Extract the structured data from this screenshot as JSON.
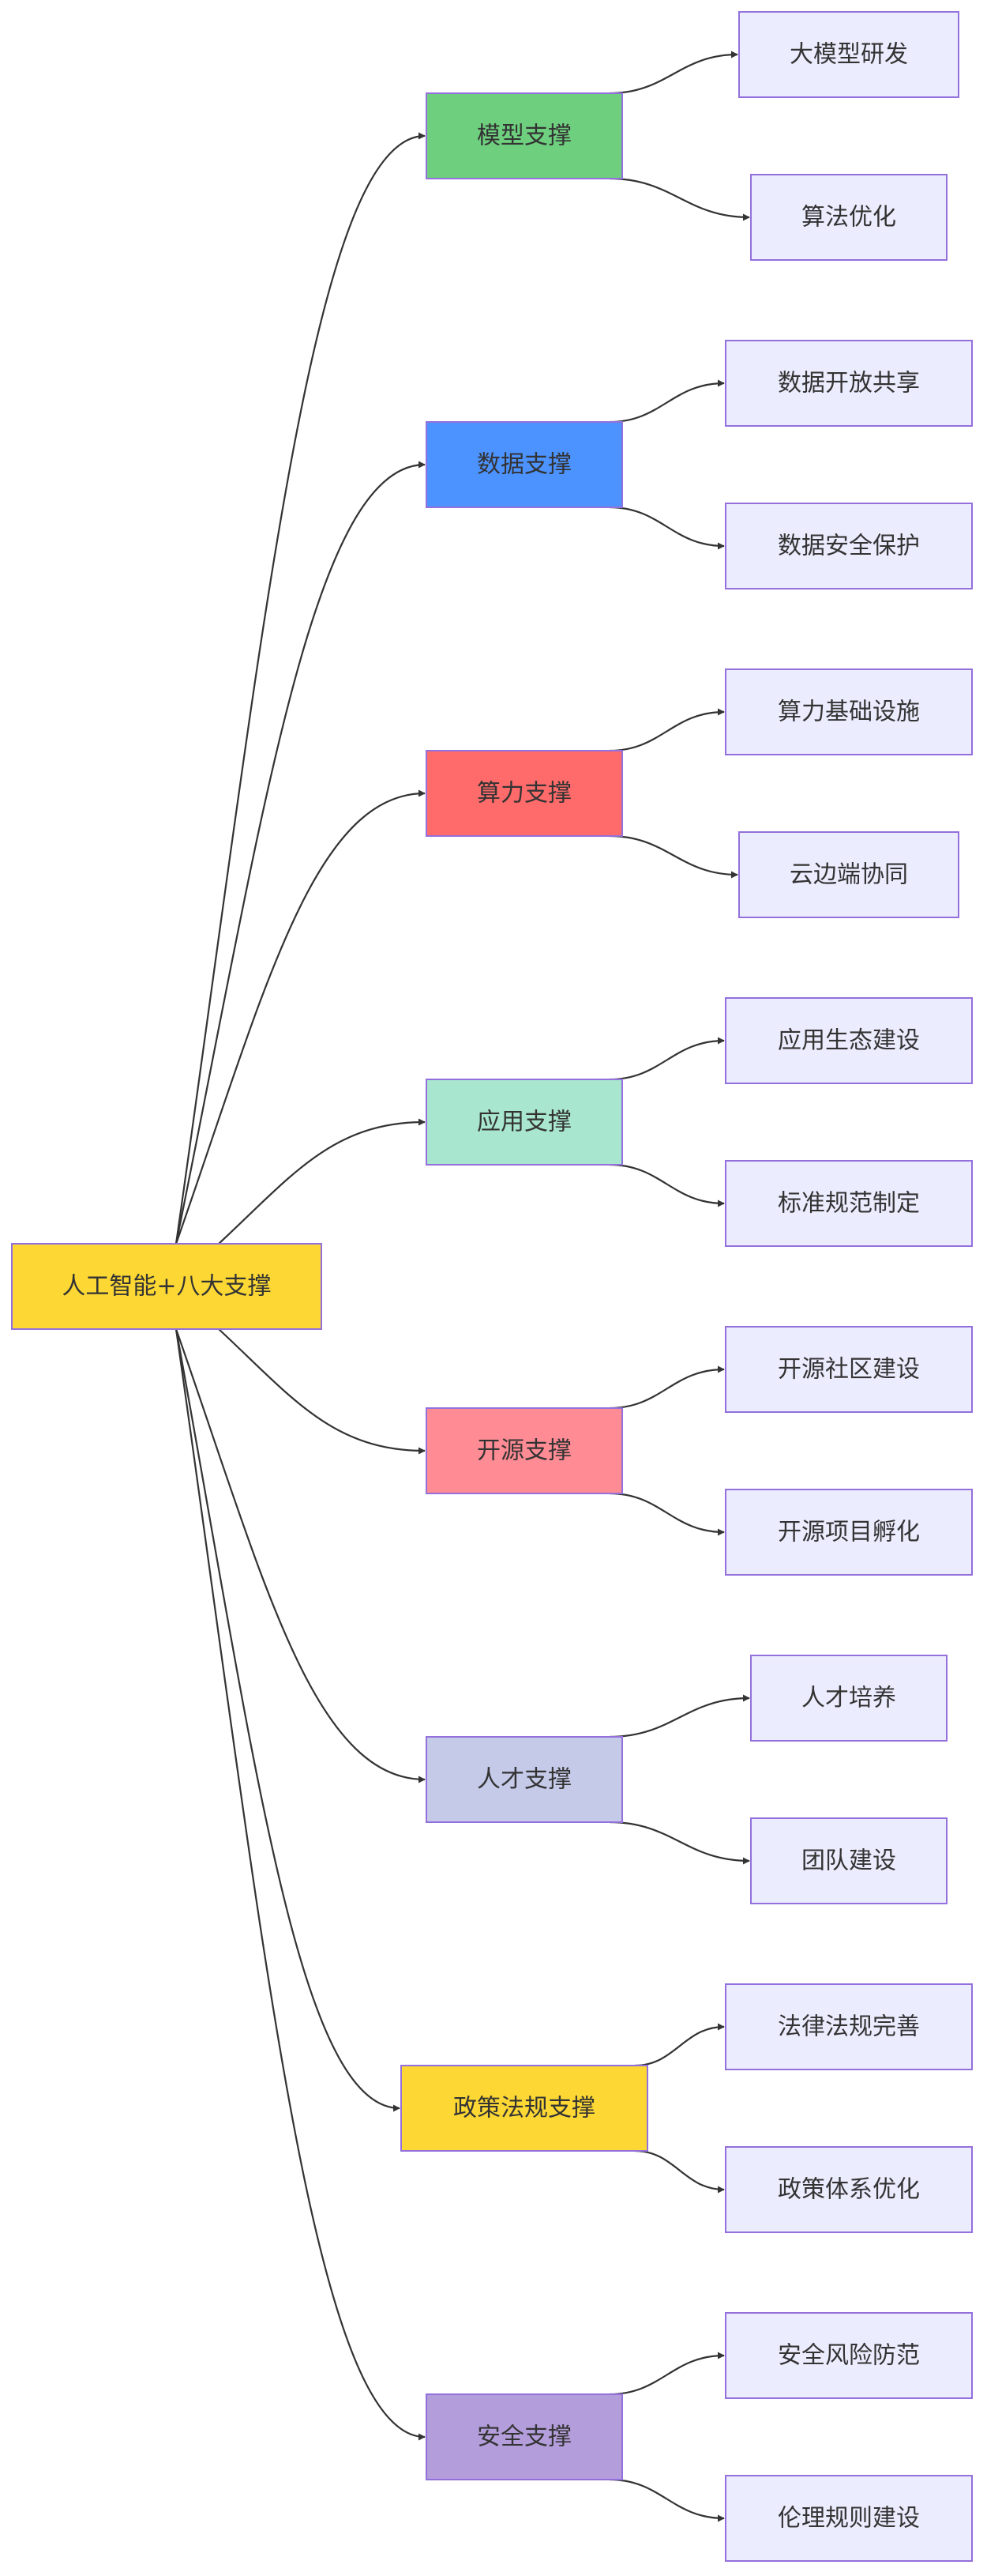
{
  "diagram": {
    "root": {
      "label": "人工智能+八大支撑",
      "color": "#FDD835"
    },
    "branches": [
      {
        "label": "模型支撑",
        "color": "#6ECF7F",
        "children": [
          "大模型研发",
          "算法优化"
        ]
      },
      {
        "label": "数据支撑",
        "color": "#4C93FF",
        "children": [
          "数据开放共享",
          "数据安全保护"
        ]
      },
      {
        "label": "算力支撑",
        "color": "#FF6B6B",
        "children": [
          "算力基础设施",
          "云边端协同"
        ]
      },
      {
        "label": "应用支撑",
        "color": "#A8E6CF",
        "children": [
          "应用生态建设",
          "标准规范制定"
        ]
      },
      {
        "label": "开源支撑",
        "color": "#FF8B94",
        "children": [
          "开源社区建设",
          "开源项目孵化"
        ]
      },
      {
        "label": "人才支撑",
        "color": "#C5CAE9",
        "children": [
          "人才培养",
          "团队建设"
        ]
      },
      {
        "label": "政策法规支撑",
        "color": "#FDD835",
        "children": [
          "法律法规完善",
          "政策体系优化"
        ]
      },
      {
        "label": "安全支撑",
        "color": "#B39DDB",
        "children": [
          "安全风险防范",
          "伦理规则建设"
        ]
      }
    ],
    "leaf_color": "#ECECFF",
    "border_color": "#9370DB",
    "edge_color": "#333333"
  }
}
